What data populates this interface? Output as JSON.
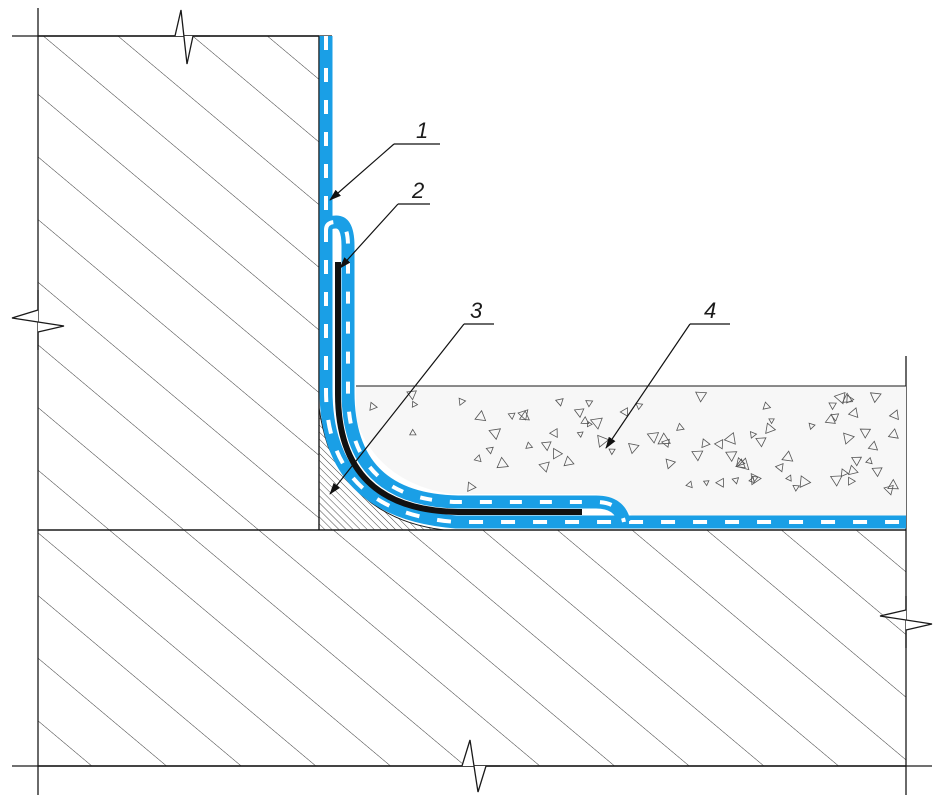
{
  "callouts": [
    {
      "id": "1",
      "label": "1"
    },
    {
      "id": "2",
      "label": "2"
    },
    {
      "id": "3",
      "label": "3"
    },
    {
      "id": "4",
      "label": "4"
    }
  ],
  "colors": {
    "membrane": "#1a9fe6",
    "membrane_dash": "#ffffff",
    "reinforcement": "#111111",
    "line": "#1a1a1a",
    "screed_fill": "#f7f7f7",
    "fillet_hatch": "#333333"
  }
}
